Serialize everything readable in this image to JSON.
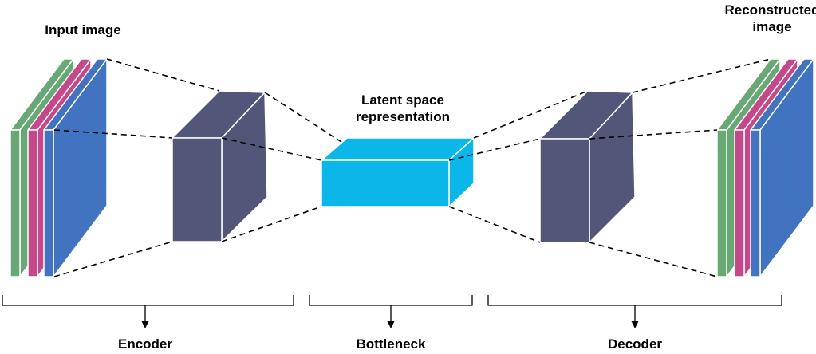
{
  "labels": {
    "input": "Input image",
    "output_line1": "Reconstructed",
    "output_line2": "image",
    "latent_line1": "Latent space",
    "latent_line2": "representation",
    "encoder": "Encoder",
    "bottleneck": "Bottleneck",
    "decoder": "Decoder"
  },
  "colors": {
    "green": "#67a874",
    "pink": "#c5488a",
    "blue": "#4173c1",
    "block": "#525779",
    "latent": "#0bb7e8"
  }
}
